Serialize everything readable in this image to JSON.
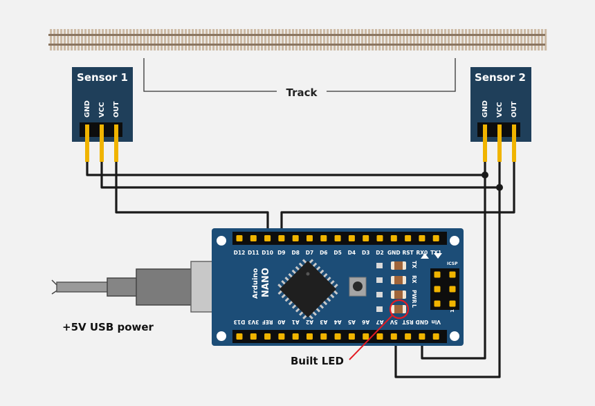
{
  "track": {
    "label": "Track"
  },
  "sensor1": {
    "title": "Sensor 1",
    "pins": [
      "GND",
      "VCC",
      "OUT"
    ]
  },
  "sensor2": {
    "title": "Sensor 2",
    "pins": [
      "GND",
      "VCC",
      "OUT"
    ]
  },
  "board": {
    "brand": "Arduino",
    "model": "NANO",
    "top_pins": [
      "D12",
      "D11",
      "D10",
      "D9",
      "D8",
      "D7",
      "D6",
      "D5",
      "D4",
      "D3",
      "D2",
      "GND",
      "RST",
      "RX0",
      "TX1"
    ],
    "bottom_pins": [
      "D13",
      "3V3",
      "REF",
      "A0",
      "A1",
      "A2",
      "A3",
      "A4",
      "A5",
      "A6",
      "A7",
      "5V",
      "RST",
      "GND",
      "Vin"
    ],
    "led_labels": [
      "TX",
      "RX",
      "PWR",
      "L"
    ],
    "icsp_label": "ICSP",
    "icsp_pin1": "1"
  },
  "usb": {
    "label": "+5V USB power"
  },
  "led_callout": {
    "label": "Built LED"
  },
  "colors": {
    "background": "#f2f2f2",
    "sensor_board": "#1f3f5a",
    "arduino_board": "#1c4d77",
    "pin_gold": "#f0b400",
    "wire": "#1a1a1a",
    "callout": "#e31b23"
  }
}
